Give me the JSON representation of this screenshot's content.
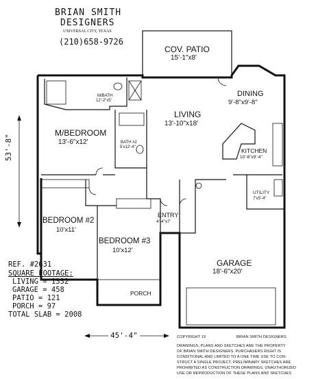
{
  "header": {
    "company_line1": "BRIAN SMITH",
    "company_line2": "DESIGNERS",
    "location": "UNIVERSAL CITY, TEXAS",
    "phone": "(210)658-9726"
  },
  "rooms": [
    {
      "id": "patio",
      "name": "COV. PATIO",
      "dims": "15'-1\"x8'"
    },
    {
      "id": "dining",
      "name": "DINING",
      "dims": "9'-8\"x9'-8\""
    },
    {
      "id": "living",
      "name": "LIVING",
      "dims": "13'-10\"x18'"
    },
    {
      "id": "mbath",
      "name": "M/BATH",
      "dims": "12'-2\"x5'"
    },
    {
      "id": "mbed",
      "name": "M/BEDROOM",
      "dims": "13'-6\"x12'"
    },
    {
      "id": "bath2",
      "name": "BATH #2",
      "dims": "5'x12'-4\""
    },
    {
      "id": "kitchen",
      "name": "KITCHEN",
      "dims": "10'-6\"x9'-4\""
    },
    {
      "id": "utility",
      "name": "UTILITY",
      "dims": "7'x5'-4\""
    },
    {
      "id": "bed2",
      "name": "BEDROOM #2",
      "dims": "10'x11'"
    },
    {
      "id": "entry",
      "name": "ENTRY",
      "dims": "4'-4\"x7'"
    },
    {
      "id": "bed3",
      "name": "BEDROOM #3",
      "dims": "10'x12'"
    },
    {
      "id": "garage",
      "name": "GARAGE",
      "dims": "18'-6\"x20'"
    },
    {
      "id": "porch",
      "name": "PORCH",
      "dims": ""
    }
  ],
  "dimensions": {
    "overall_depth": "53'-8\"",
    "overall_width": "45'-4\""
  },
  "summary": {
    "ref": "REF. #2631",
    "square_footage_title": "SQUARE FOOTAGE:",
    "lines": [
      "LIVING = 1332",
      "GARAGE = 458",
      "PATIO = 121",
      "PORCH = 97",
      "TOTAL SLAB = 2008"
    ]
  },
  "copyright": {
    "line": "COPYRIGHT 19",
    "owner": "BRIAN SMITH DESIGNERS",
    "notice": [
      "DRAWINGS, PLANS AND SKETCHES ARE THE PROPERTY",
      "OF BRIAN SMITH DESIGNERS. PURCHASERS RIGHT IS",
      "CONDITIONAL AND LIMITED TO A ONE TIME USE TO CON-",
      "STRUCT A SINGLE PROJECT. PRELIMINARY SKETCHES ARE",
      "PROHIBITED AS CONSTRUCTION DRAWINGS. UNAUTHORIZED",
      "USE OR REPRODUCTION OF THESE PLANS AND SKETCHES"
    ]
  }
}
